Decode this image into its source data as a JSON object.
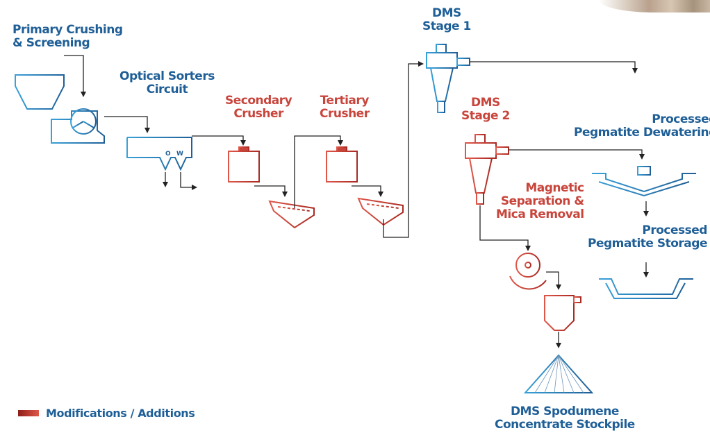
{
  "labels": {
    "primary": "Primary Crushing\n& Screening",
    "optical": "Optical Sorters\nCircuit",
    "secondary": "Secondary\nCrusher",
    "tertiary": "Tertiary\nCrusher",
    "dms1": "DMS\nStage 1",
    "dms2": "DMS\nStage 2",
    "magnetic": "Magnetic\nSeparation &\nMica Removal",
    "dewatering": "Processed\nPegmatite Dewatering",
    "storage": "Processed\nPegmatite Storage",
    "stockpile": "DMS Spodumene\nConcentrate Stockpile"
  },
  "sorter_marks": {
    "left": "O",
    "right": "W"
  },
  "legend": {
    "text": "Modifications / Additions"
  },
  "colors": {
    "blue": "#1f5f97",
    "light_blue": "#3aa0d8",
    "red": "#c8453c",
    "dark": "#222222"
  }
}
